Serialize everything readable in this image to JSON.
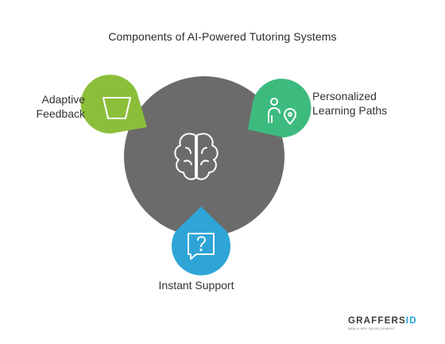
{
  "title": "Components of AI-Powered Tutoring Systems",
  "center": {
    "icon": "brain-icon",
    "color": "#6b6b6b"
  },
  "components": [
    {
      "id": "adaptive",
      "label_lines": [
        "Adaptive",
        "Feedback"
      ],
      "icon": "basket-icon",
      "color": "#8bbf3a"
    },
    {
      "id": "personalized",
      "label_lines": [
        "Personalized",
        "Learning Paths"
      ],
      "icon": "person-location-icon",
      "color": "#3dbb7f"
    },
    {
      "id": "instant",
      "label_lines": [
        "Instant Support"
      ],
      "icon": "question-chat-icon",
      "color": "#2ea5d6"
    }
  ],
  "logo": {
    "brand": "GRAFFERS",
    "accent": "ID",
    "tagline": "WEB & APP DEVELOPMENT",
    "accent_color": "#1fa3dc"
  }
}
